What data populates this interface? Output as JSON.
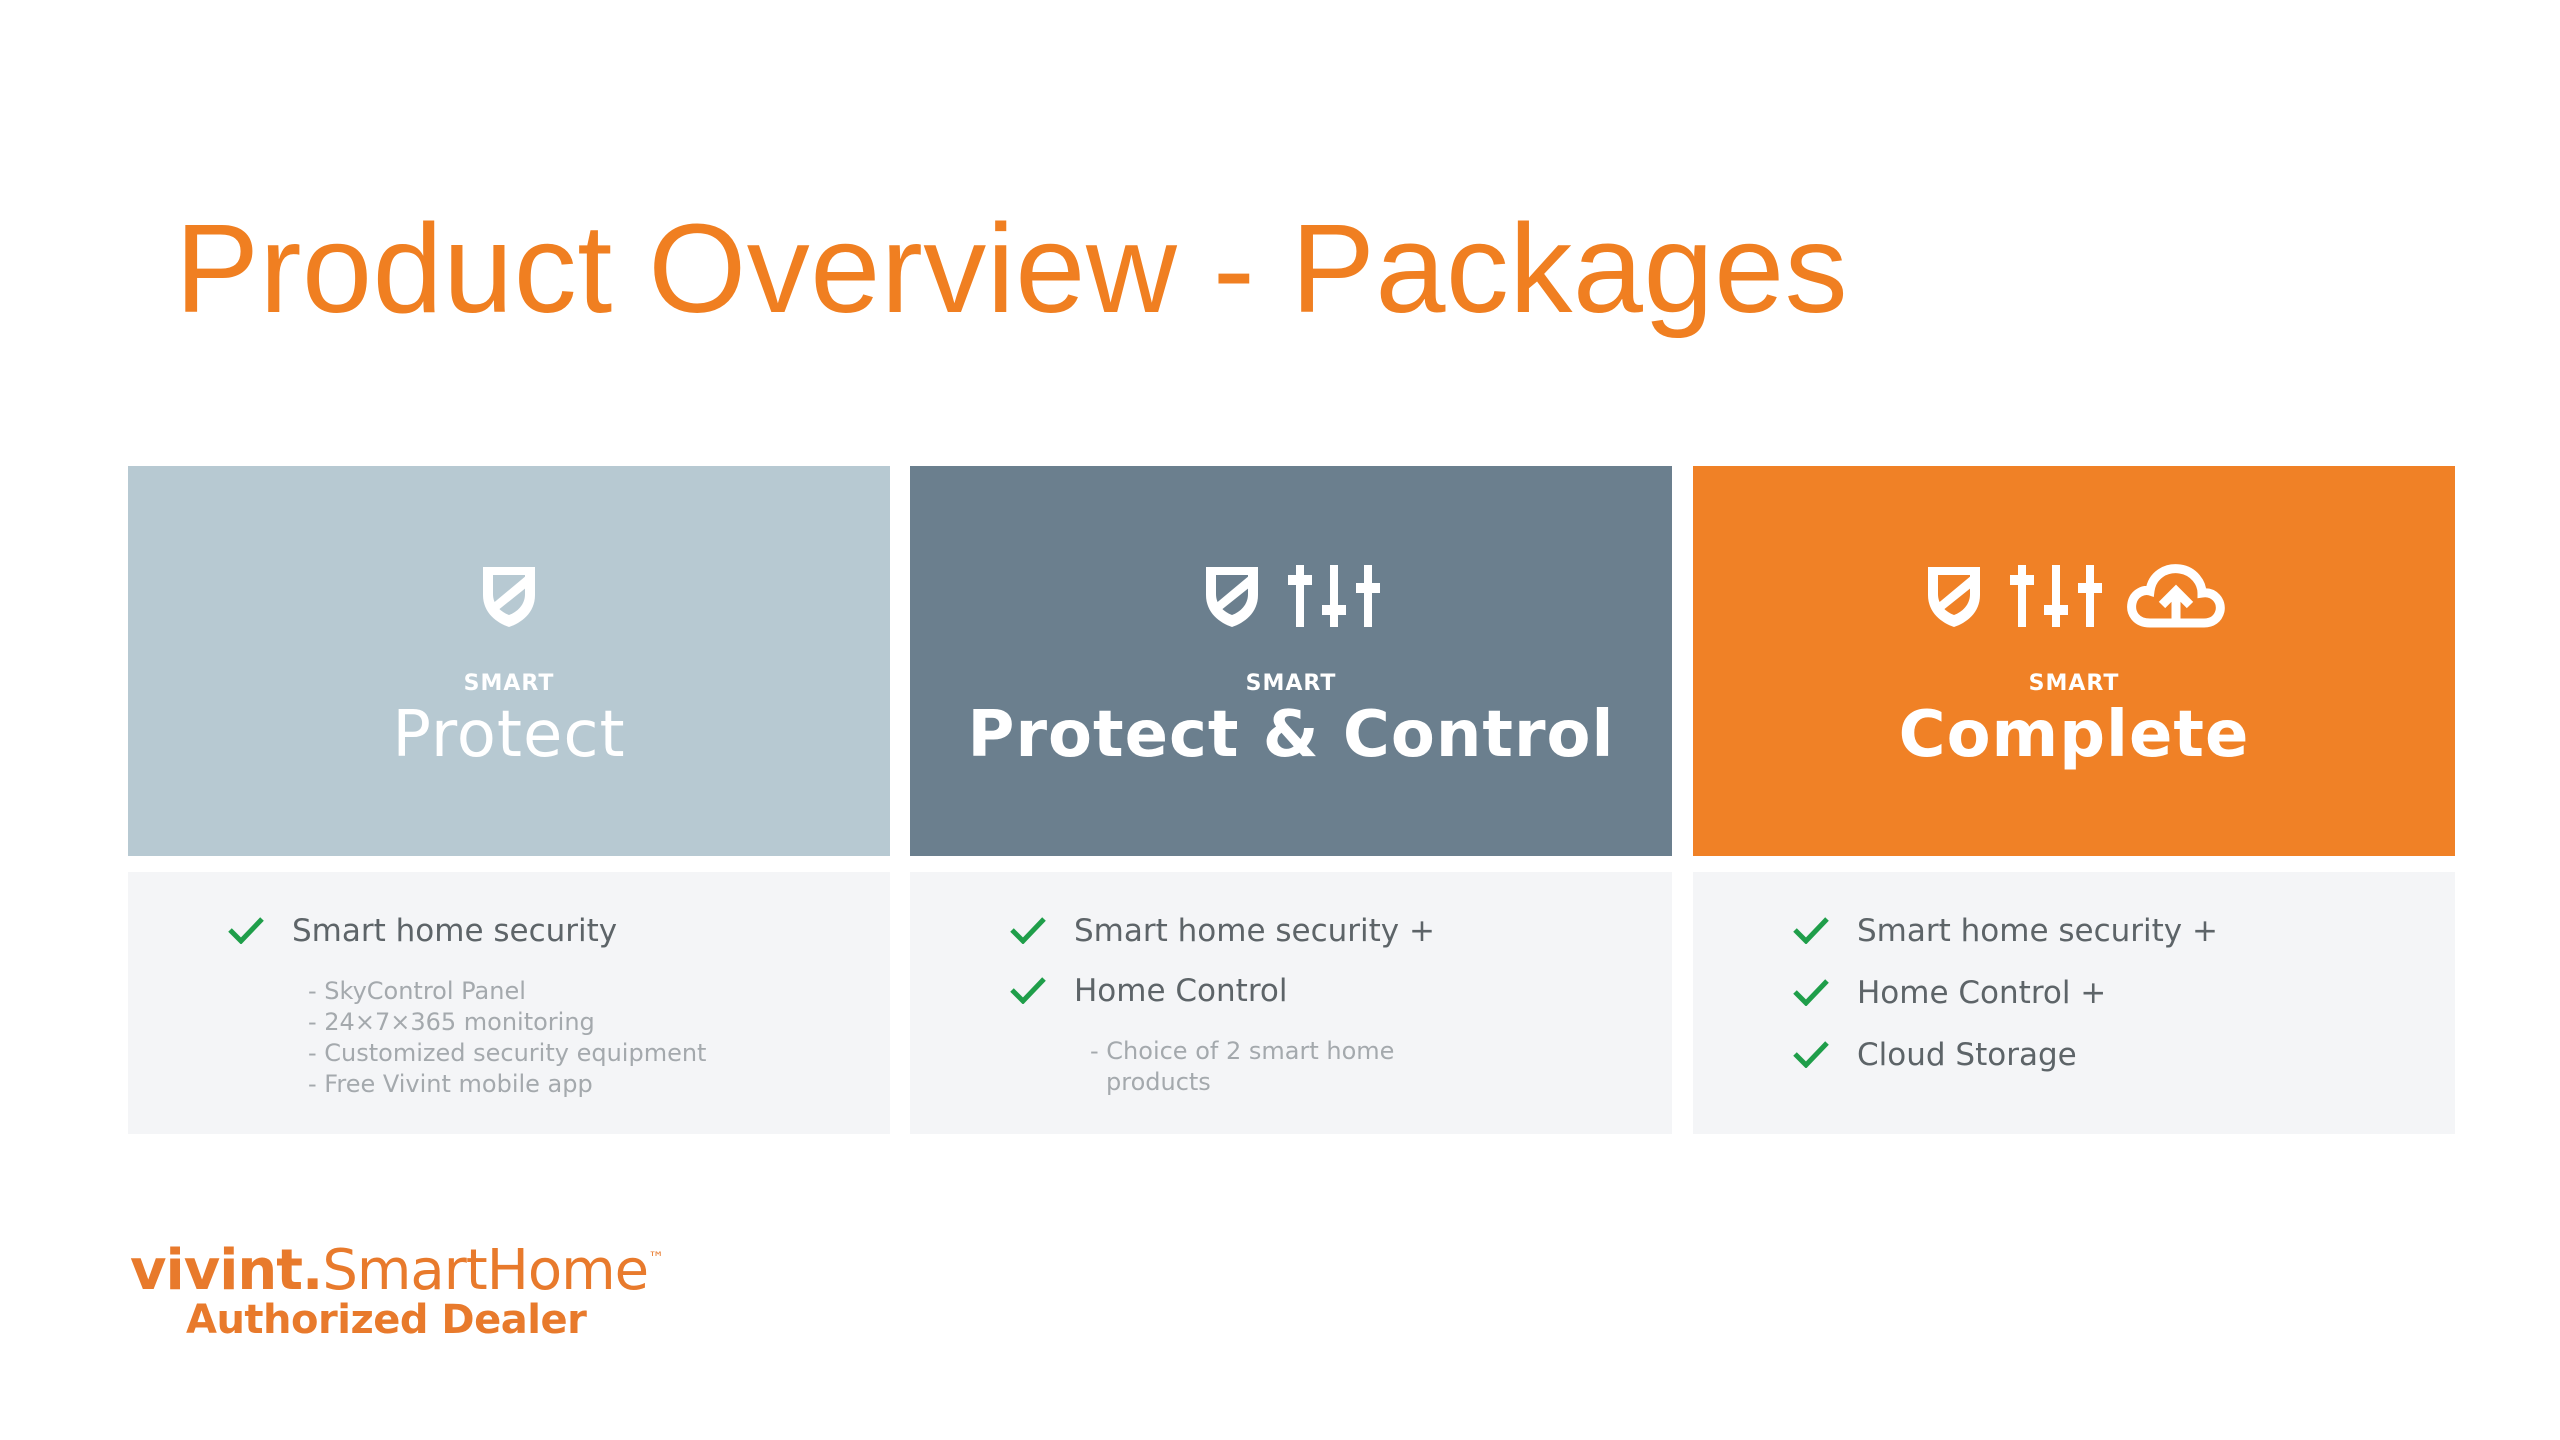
{
  "page": {
    "title": "Product Overview - Packages"
  },
  "colors": {
    "accent": "#f07f21",
    "protect": "#b7c9d2",
    "protect_control": "#6b7f8e",
    "complete": "#f08126",
    "check": "#1f9e4a"
  },
  "packages": [
    {
      "label_small": "SMART",
      "name": "Protect",
      "icons": [
        "shield-icon"
      ],
      "features": [
        {
          "text": "Smart home security",
          "subs": [
            "- SkyControl Panel",
            "- 24×7×365 monitoring",
            "- Customized security equipment",
            "- Free Vivint mobile app"
          ]
        }
      ]
    },
    {
      "label_small": "SMART",
      "name": "Protect & Control",
      "icons": [
        "shield-icon",
        "sliders-icon"
      ],
      "features": [
        {
          "text": "Smart home security +",
          "subs": []
        },
        {
          "text": "Home Control",
          "subs": [
            "- Choice of 2 smart home",
            "products"
          ]
        }
      ]
    },
    {
      "label_small": "SMART",
      "name": "Complete",
      "icons": [
        "shield-icon",
        "sliders-icon",
        "cloud-upload-icon"
      ],
      "features": [
        {
          "text": "Smart home security +",
          "subs": []
        },
        {
          "text": "Home Control +",
          "subs": []
        },
        {
          "text": "Cloud Storage",
          "subs": []
        }
      ]
    }
  ],
  "logo": {
    "brand_bold": "vivint.",
    "brand_light": "SmartHome",
    "trademark": "™",
    "dealer": "Authorized Dealer"
  }
}
